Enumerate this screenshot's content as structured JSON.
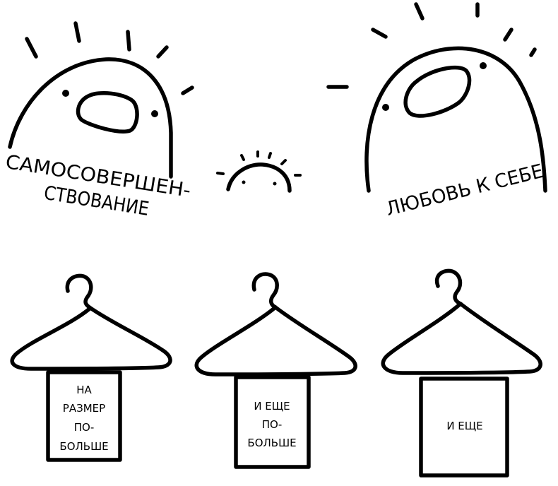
{
  "blobs": {
    "left_label_line1": "САМОСОВЕРШЕН-",
    "left_label_line2": "СТВОВАНИЕ",
    "right_label": "ЛЮБОВЬ К СЕБЕ"
  },
  "hangers": [
    {
      "lines": [
        "НА",
        "РАЗМЕР",
        "ПО-",
        "БОЛЬШЕ"
      ]
    },
    {
      "lines": [
        "И ЕЩЕ",
        "ПО-",
        "БОЛЬШЕ"
      ]
    },
    {
      "lines": [
        "И ЕЩЕ"
      ]
    }
  ]
}
